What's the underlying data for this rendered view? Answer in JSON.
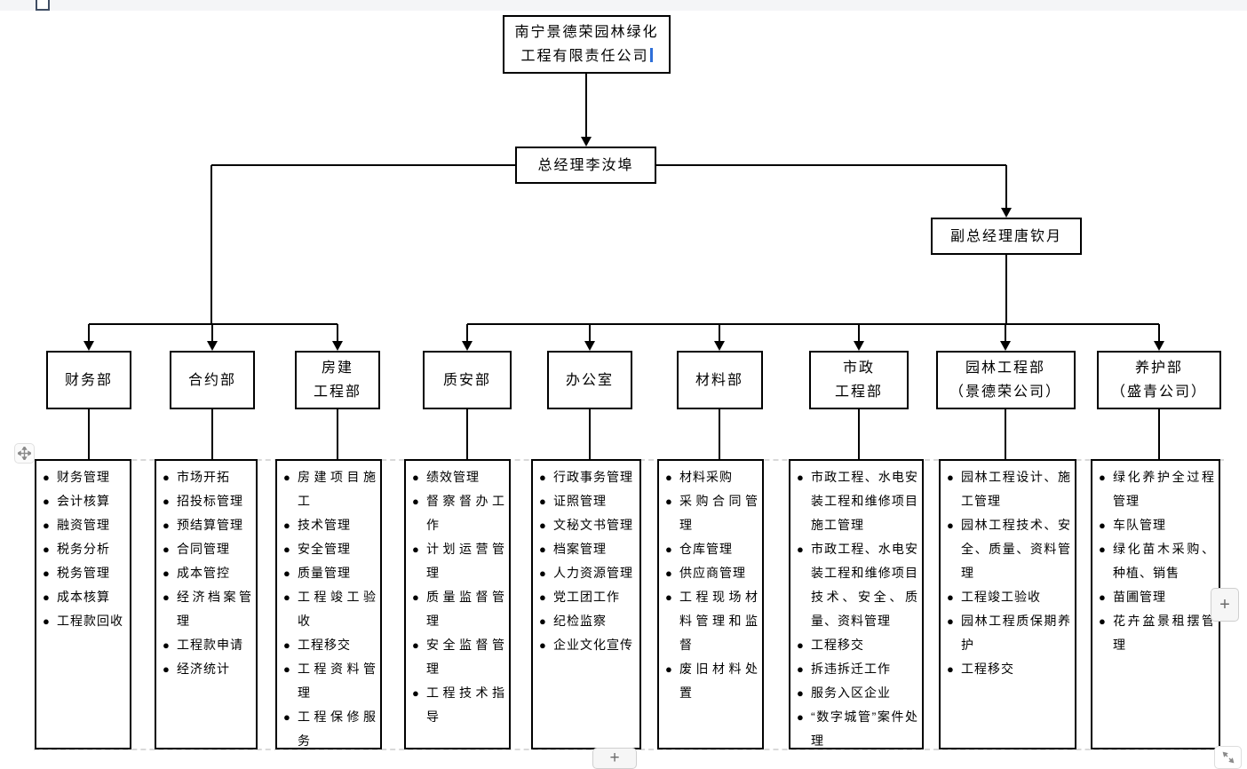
{
  "company": {
    "name_line1": "南宁景德荣园林绿化",
    "name_line2": "工程有限责任公司"
  },
  "general_manager": {
    "label": "总经理李汝埠"
  },
  "deputy_manager": {
    "label": "副总经理唐钦月"
  },
  "departments": [
    {
      "name_lines": [
        "财务部"
      ],
      "duties": [
        "财务管理",
        "会计核算",
        "融资管理",
        "税务分析",
        "税务管理",
        "成本核算",
        "工程款回收"
      ]
    },
    {
      "name_lines": [
        "合约部"
      ],
      "duties": [
        "市场开拓",
        "招投标管理",
        "预结算管理",
        "合同管理",
        "成本管控",
        "经济档案管理",
        "工程款申请",
        "经济统计"
      ]
    },
    {
      "name_lines": [
        "房建",
        "工程部"
      ],
      "duties": [
        "房建项目施工",
        "技术管理",
        "安全管理",
        "质量管理",
        "工程竣工验收",
        "工程移交",
        "工程资料管理",
        "工程保修服务"
      ]
    },
    {
      "name_lines": [
        "质安部"
      ],
      "duties": [
        "绩效管理",
        "督察督办工作",
        "计划运营管理",
        "质量监督管理",
        "安全监督管理",
        "工程技术指导"
      ]
    },
    {
      "name_lines": [
        "办公室"
      ],
      "duties": [
        "行政事务管理",
        "证照管理",
        "文秘文书管理",
        "档案管理",
        "人力资源管理",
        "党工团工作",
        "纪检监察",
        "企业文化宣传"
      ]
    },
    {
      "name_lines": [
        "材料部"
      ],
      "duties": [
        "材料采购",
        "采购合同管理",
        "仓库管理",
        "供应商管理",
        "工程现场材料管理和监督",
        "废旧材料处置"
      ]
    },
    {
      "name_lines": [
        "市政",
        "工程部"
      ],
      "duties": [
        "市政工程、水电安装工程和维修项目施工管理",
        "市政工程、水电安装工程和维修项目技术、安全、质量、资料管理",
        "工程移交",
        "拆违拆迁工作",
        "服务入区企业",
        "“数字城管”案件处理"
      ]
    },
    {
      "name_lines": [
        "园林工程部",
        "（景德荣公司）"
      ],
      "duties": [
        "园林工程设计、施工管理",
        "园林工程技术、安全、质量、资料管理",
        "工程竣工验收",
        "园林工程质保期养护",
        "工程移交"
      ]
    },
    {
      "name_lines": [
        "养护部",
        "（盛青公司）"
      ],
      "duties": [
        "绿化养护全过程管理",
        "车队管理",
        "绿化苗木采购、种植、销售",
        "苗圃管理",
        "花卉盆景租摆管理"
      ]
    }
  ],
  "ui": {
    "bullet": "●",
    "plus_right_label": "+",
    "plus_bottom_label": "+"
  }
}
